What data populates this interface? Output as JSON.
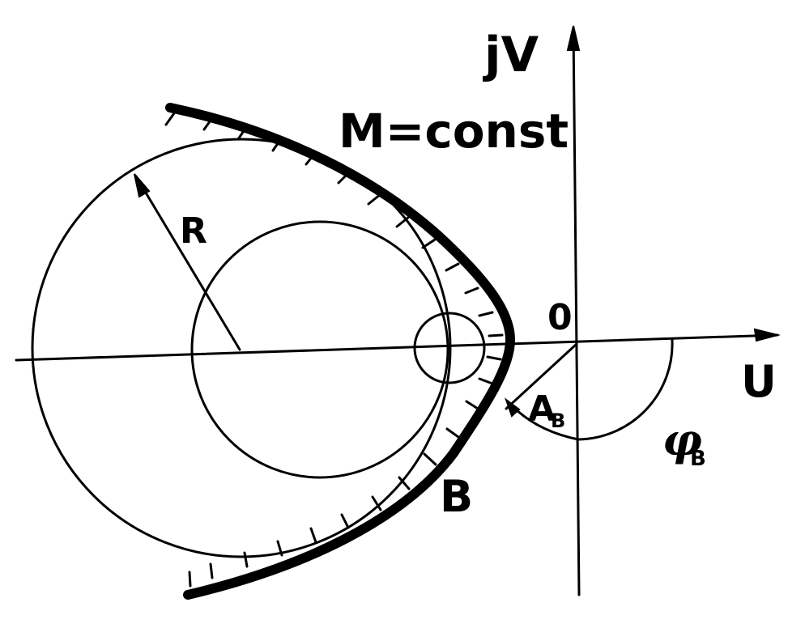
{
  "labels": {
    "imag_axis": "jV",
    "real_axis": "U",
    "origin": "0",
    "curve": "M=const",
    "radius": "R",
    "point_b": "B",
    "angle_a_main": "A",
    "angle_a_sub": "B",
    "angle_phi_main": "φ",
    "angle_phi_sub": "B"
  }
}
